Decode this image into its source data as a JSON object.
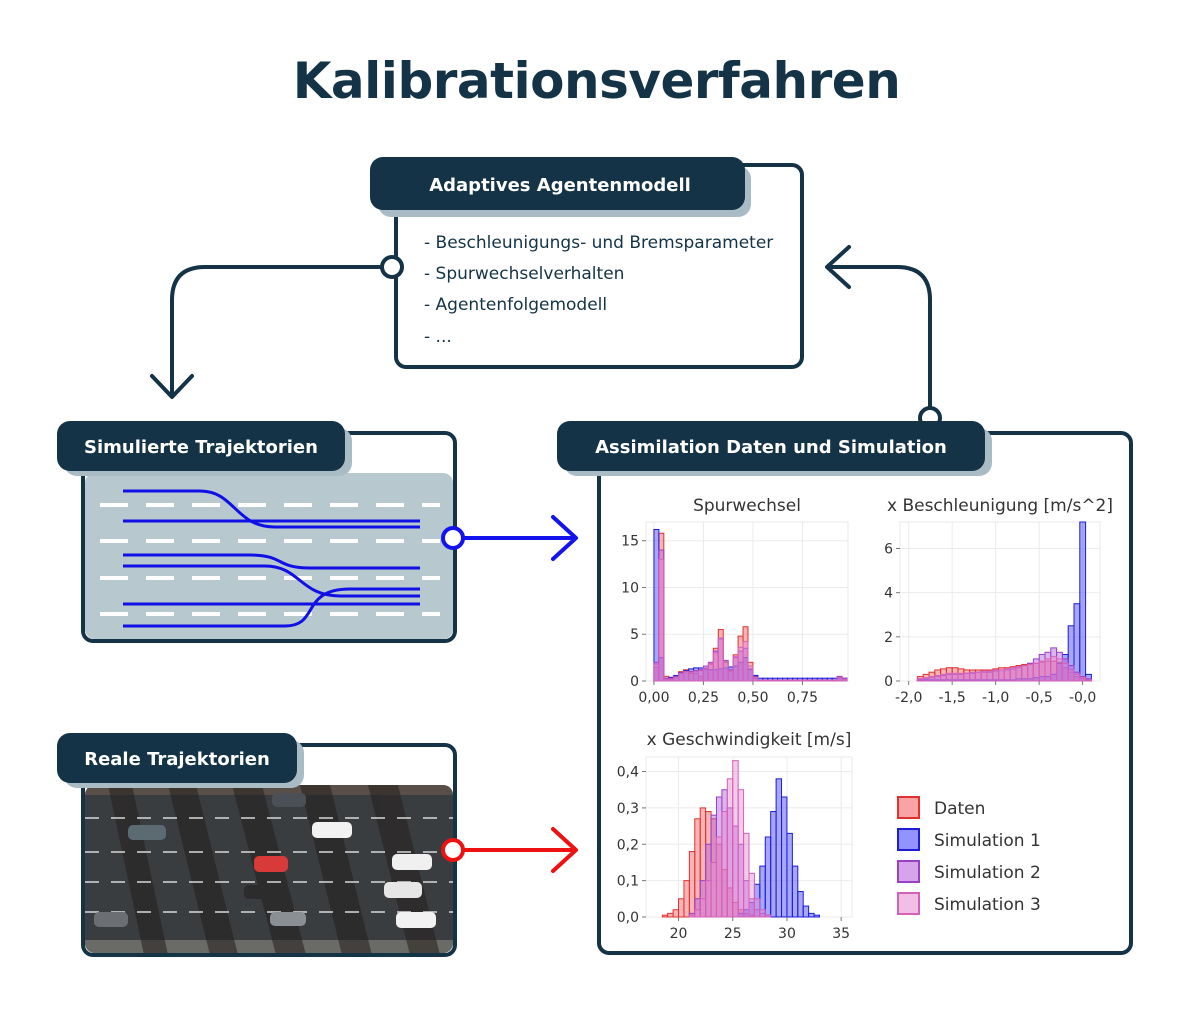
{
  "title": "Kalibrationsverfahren",
  "colors": {
    "navy": "#143346",
    "shadow": "#a9bcc5",
    "road": "#b8c8cf",
    "daten": "#f25a5a",
    "sim1": "#3b3bff",
    "sim2": "#b35ad9",
    "sim3": "#e68ad0",
    "traj_sim": "#1010e6",
    "arrow_blue": "#1313ee",
    "arrow_red": "#ee1111"
  },
  "model_box": {
    "header": "Adaptives Agentenmodell",
    "items": [
      "- Beschleunigungs- und Bremsparameter",
      "- Spurwechselverhalten",
      "- Agentenfolgemodell",
      "- ..."
    ]
  },
  "sim_box": {
    "header": "Simulierte Trajektorien"
  },
  "real_box": {
    "header": "Reale Trajektorien"
  },
  "assim_box": {
    "header": "Assimilation Daten und Simulation"
  },
  "chart_data": [
    {
      "type": "histogram",
      "title": "Spurwechsel",
      "x_ticks": [
        "0,00",
        "0,25",
        "0,50",
        "0,75"
      ],
      "x_tick_values": [
        0,
        0.25,
        0.5,
        0.75
      ],
      "y_ticks": [
        "0",
        "5",
        "10",
        "15"
      ],
      "y_tick_values": [
        0,
        5,
        10,
        15
      ],
      "xlim": [
        -0.04,
        0.98
      ],
      "ylim": [
        0,
        17
      ],
      "bin_start": 0,
      "bin_width": 0.025,
      "series": [
        {
          "name": "Daten",
          "values": [
            1.5,
            15.8,
            0.5,
            0.3,
            0.5,
            1.0,
            1.2,
            0.8,
            0.8,
            0.5,
            1.2,
            1.8,
            3.5,
            5.5,
            2.0,
            1.0,
            2.8,
            4.8,
            5.8,
            2.0,
            0.5,
            0.1,
            0.1,
            0.1,
            0.1,
            0.1,
            0.1,
            0.1,
            0.1,
            0.1,
            0.1,
            0.1,
            0.1,
            0.1,
            0.1,
            0.1,
            0.1,
            0.4,
            0.2
          ]
        },
        {
          "name": "Simulation 1",
          "values": [
            16.2,
            2.5,
            0.2,
            0.4,
            0.6,
            0.9,
            1.1,
            1.3,
            1.4,
            1.4,
            1.3,
            1.2,
            1.2,
            1.3,
            1.4,
            1.5,
            1.6,
            2.0,
            2.5,
            1.2,
            0.6,
            0.3,
            0.3,
            0.3,
            0.3,
            0.3,
            0.3,
            0.3,
            0.3,
            0.3,
            0.3,
            0.3,
            0.3,
            0.3,
            0.3,
            0.3,
            0.3,
            0.3,
            0.3
          ]
        },
        {
          "name": "Simulation 2",
          "values": [
            2.0,
            14.0,
            0.3,
            0.3,
            0.5,
            0.9,
            1.0,
            1.0,
            1.1,
            1.2,
            1.6,
            2.0,
            3.2,
            4.5,
            2.2,
            1.2,
            2.5,
            3.2,
            3.5,
            1.3,
            0.3,
            0.1,
            0.1,
            0.1,
            0.1,
            0.1,
            0.1,
            0.1,
            0.1,
            0.1,
            0.1,
            0.1,
            0.1,
            0.1,
            0.1,
            0.1,
            0.1,
            0.5,
            0.3
          ]
        },
        {
          "name": "Simulation 3",
          "values": [
            1.8,
            13.0,
            0.2,
            0.2,
            0.4,
            0.8,
            1.0,
            0.9,
            1.0,
            1.1,
            1.4,
            1.9,
            3.0,
            4.6,
            2.1,
            1.1,
            2.6,
            3.6,
            4.2,
            1.6,
            0.4,
            0.1,
            0.1,
            0.1,
            0.1,
            0.1,
            0.1,
            0.1,
            0.1,
            0.1,
            0.1,
            0.1,
            0.1,
            0.1,
            0.1,
            0.1,
            0.1,
            0.4,
            0.2
          ]
        }
      ]
    },
    {
      "type": "histogram",
      "title": "x Beschleunigung [m/s^2]",
      "x_ticks": [
        "-2,0",
        "-1,5",
        "-1,0",
        "-0,5",
        "-0,0"
      ],
      "x_tick_values": [
        -2,
        -1.5,
        -1,
        -0.5,
        0
      ],
      "y_ticks": [
        "0",
        "2",
        "4",
        "6"
      ],
      "y_tick_values": [
        0,
        2,
        4,
        6
      ],
      "xlim": [
        -2.1,
        0.2
      ],
      "ylim": [
        0,
        7.2
      ],
      "bin_start": -1.9,
      "bin_width": 0.0667,
      "series": [
        {
          "name": "Daten",
          "values": [
            0.2,
            0.3,
            0.4,
            0.5,
            0.55,
            0.6,
            0.6,
            0.55,
            0.5,
            0.5,
            0.5,
            0.5,
            0.5,
            0.55,
            0.6,
            0.6,
            0.65,
            0.7,
            0.75,
            0.8,
            0.8,
            0.85,
            0.9,
            0.9,
            0.85,
            0.6,
            0.4,
            0.2,
            0.1,
            0.05
          ]
        },
        {
          "name": "Simulation 1",
          "values": [
            0.05,
            0.05,
            0.05,
            0.05,
            0.05,
            0.05,
            0.05,
            0.05,
            0.05,
            0.05,
            0.05,
            0.05,
            0.05,
            0.05,
            0.05,
            0.05,
            0.05,
            0.1,
            0.1,
            0.1,
            0.15,
            0.2,
            0.2,
            0.3,
            0.8,
            1.2,
            2.5,
            3.5,
            7.5,
            0.3
          ]
        },
        {
          "name": "Simulation 2",
          "values": [
            0.1,
            0.1,
            0.15,
            0.2,
            0.25,
            0.3,
            0.3,
            0.3,
            0.35,
            0.35,
            0.4,
            0.4,
            0.4,
            0.45,
            0.5,
            0.5,
            0.55,
            0.6,
            0.7,
            0.8,
            1.0,
            1.2,
            1.3,
            1.5,
            1.3,
            1.0,
            0.7,
            0.4,
            0.2,
            0.1
          ]
        },
        {
          "name": "Simulation 3",
          "values": [
            0.1,
            0.15,
            0.2,
            0.25,
            0.3,
            0.35,
            0.35,
            0.35,
            0.35,
            0.4,
            0.4,
            0.45,
            0.45,
            0.5,
            0.5,
            0.55,
            0.6,
            0.65,
            0.7,
            0.75,
            0.8,
            0.9,
            1.0,
            1.1,
            1.0,
            0.8,
            0.5,
            0.3,
            0.15,
            0.05
          ]
        }
      ]
    },
    {
      "type": "histogram",
      "title": "x Geschwindigkeit [m/s]",
      "x_ticks": [
        "20",
        "25",
        "30",
        "35"
      ],
      "x_tick_values": [
        20,
        25,
        30,
        35
      ],
      "y_ticks": [
        "0,0",
        "0,1",
        "0,2",
        "0,3",
        "0,4"
      ],
      "y_tick_values": [
        0,
        0.1,
        0.2,
        0.3,
        0.4
      ],
      "xlim": [
        17,
        36
      ],
      "ylim": [
        0,
        0.44
      ],
      "bin_start": 18,
      "bin_width": 0.5,
      "series": [
        {
          "name": "Daten",
          "values": [
            0,
            0.005,
            0.01,
            0.02,
            0.05,
            0.1,
            0.18,
            0.27,
            0.3,
            0.29,
            0.27,
            0.2,
            0.13,
            0.08,
            0.04,
            0.02,
            0.01,
            0.005,
            0,
            0,
            0,
            0,
            0,
            0,
            0,
            0,
            0,
            0,
            0,
            0,
            0,
            0
          ]
        },
        {
          "name": "Simulation 1",
          "values": [
            0,
            0,
            0,
            0,
            0,
            0,
            0,
            0,
            0,
            0,
            0,
            0,
            0,
            0,
            0,
            0.01,
            0.02,
            0.04,
            0.09,
            0.14,
            0.22,
            0.29,
            0.38,
            0.33,
            0.23,
            0.14,
            0.07,
            0.03,
            0.01,
            0.005,
            0,
            0
          ]
        },
        {
          "name": "Simulation 2",
          "values": [
            0,
            0,
            0,
            0,
            0,
            0,
            0.01,
            0.05,
            0.1,
            0.2,
            0.28,
            0.33,
            0.35,
            0.3,
            0.25,
            0.2,
            0.1,
            0.05,
            0.02,
            0.01,
            0.005,
            0,
            0,
            0,
            0,
            0,
            0,
            0,
            0,
            0,
            0,
            0
          ]
        },
        {
          "name": "Simulation 3",
          "values": [
            0,
            0,
            0,
            0,
            0,
            0,
            0.005,
            0.02,
            0.05,
            0.1,
            0.15,
            0.22,
            0.29,
            0.38,
            0.43,
            0.35,
            0.23,
            0.12,
            0.05,
            0.02,
            0.005,
            0,
            0,
            0,
            0,
            0,
            0,
            0,
            0,
            0,
            0,
            0
          ]
        }
      ]
    }
  ],
  "legend": [
    {
      "label": "Daten",
      "color": "#f25a5a"
    },
    {
      "label": "Simulation 1",
      "color": "#3b3bff"
    },
    {
      "label": "Simulation 2",
      "color": "#b35ad9"
    },
    {
      "label": "Simulation 3",
      "color": "#e68ad0"
    }
  ]
}
